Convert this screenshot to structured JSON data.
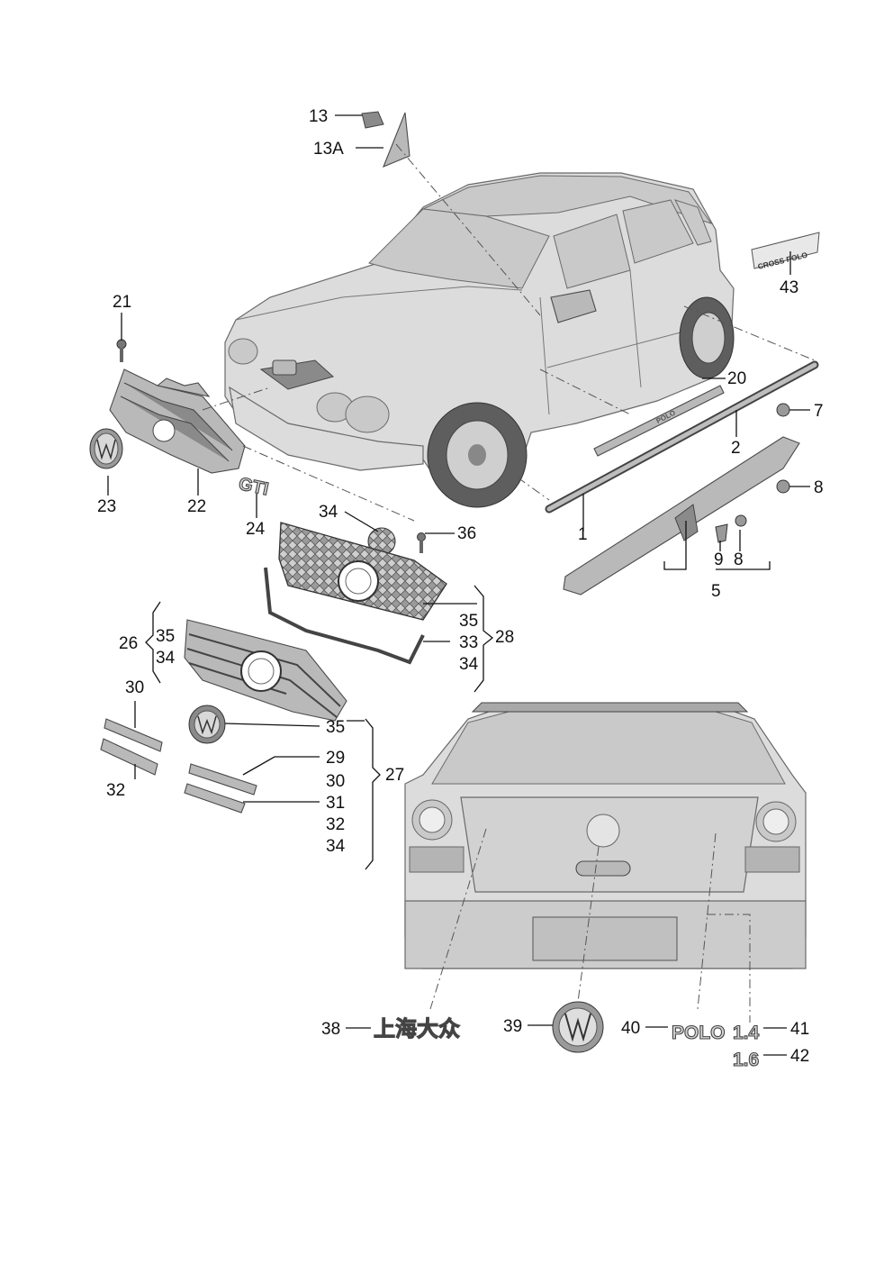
{
  "callouts": {
    "c13": "13",
    "c13a": "13A",
    "c43": "43",
    "c21": "21",
    "c20": "20",
    "c7": "7",
    "c2": "2",
    "c8a": "8",
    "c23": "23",
    "c22": "22",
    "c24": "24",
    "c34a": "34",
    "c36": "36",
    "c1": "1",
    "c9": "9",
    "c8b": "8",
    "c5": "5",
    "c26": "26",
    "c35a": "35",
    "c34b": "34",
    "c35b": "35",
    "c33": "33",
    "c28": "28",
    "c34c": "34",
    "c30a": "30",
    "c35c": "35",
    "c32a": "32",
    "c29": "29",
    "c30b": "30",
    "c27": "27",
    "c31": "31",
    "c32b": "32",
    "c34d": "34",
    "c38": "38",
    "c39": "39",
    "c40": "40",
    "c41": "41",
    "c42": "42"
  },
  "badges": {
    "gti": "GTI",
    "cross_polo": "CROSS POLO",
    "chinese": "上海大众",
    "polo": "POLO",
    "v14": "1.4",
    "v16": "1.6",
    "sill": "POLO"
  },
  "icons": {
    "vw_logo": "vw-logo-icon",
    "screw": "screw-icon",
    "clip": "clip-icon"
  }
}
